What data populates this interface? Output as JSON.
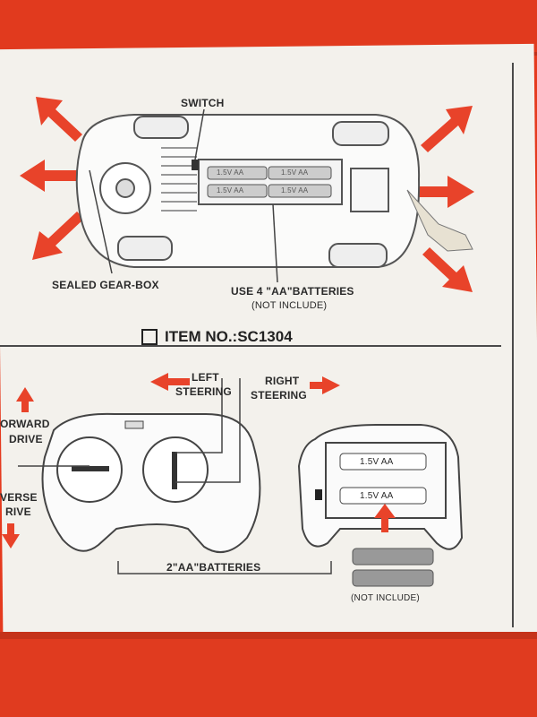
{
  "car": {
    "switch_label": "SWITCH",
    "gearbox_label": "SEALED GEAR-BOX",
    "batteries_label": "USE 4 \"AA\"BATTERIES",
    "not_include": "(NOT INCLUDE)",
    "battery_text": "1.5V AA"
  },
  "item": {
    "label": "ITEM NO.:SC1304"
  },
  "controller": {
    "left_steering": [
      "LEFT",
      "STEERING"
    ],
    "right_steering": [
      "RIGHT",
      "STEERING"
    ],
    "forward": [
      "ORWARD",
      "DRIVE"
    ],
    "reverse": [
      "VERSE",
      "RIVE"
    ],
    "batteries_label": "2\"AA\"BATTERIES",
    "battery_text": "1.5V AA",
    "not_include": "(NOT INCLUDE)"
  },
  "colors": {
    "accent": "#e8432a",
    "box_red": "#e13a1e",
    "ink": "#2a2a2a"
  }
}
